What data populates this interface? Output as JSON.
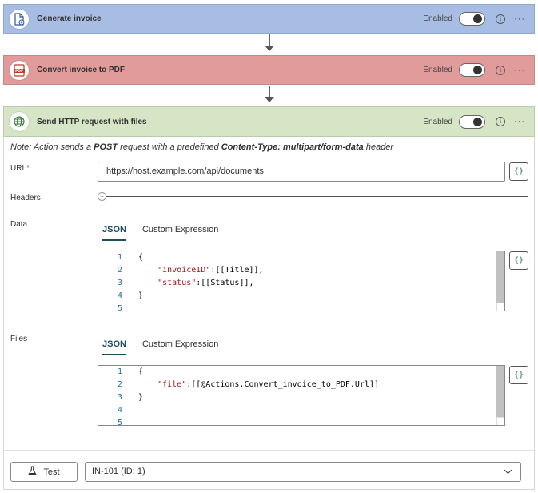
{
  "actions": [
    {
      "title": "Generate invoice",
      "status": "Enabled",
      "color": "#a8bde3",
      "icon": "document-add-icon"
    },
    {
      "title": "Convert invoice to PDF",
      "status": "Enabled",
      "color": "#e19b9b",
      "icon": "pdf-icon"
    },
    {
      "title": "Send HTTP request with files",
      "status": "Enabled",
      "color": "#d5e5c6",
      "icon": "globe-icon"
    }
  ],
  "note": {
    "prefix": "Note: Action sends a ",
    "method": "POST",
    "middle": " request with a predefined ",
    "content_type": "Content-Type: multipart/form-data",
    "suffix": " header"
  },
  "url": {
    "label": "URL",
    "required_mark": "*",
    "value": "https://host.example.com/api/documents",
    "brace": "{}"
  },
  "headers": {
    "label": "Headers"
  },
  "data": {
    "label": "Data",
    "tabs": [
      "JSON",
      "Custom Expression"
    ],
    "brace": "{}",
    "lines": [
      {
        "n": "1",
        "key": "",
        "rest": "{"
      },
      {
        "n": "2",
        "key": "\"invoiceID\"",
        "rest": ":[[Title]],"
      },
      {
        "n": "3",
        "key": "\"status\"",
        "rest": ":[[Status]],"
      },
      {
        "n": "4",
        "key": "",
        "rest": "}"
      },
      {
        "n": "5",
        "key": "",
        "rest": ""
      }
    ]
  },
  "files": {
    "label": "Files",
    "tabs": [
      "JSON",
      "Custom Expression"
    ],
    "brace": "{}",
    "lines": [
      {
        "n": "1",
        "key": "",
        "rest": "{"
      },
      {
        "n": "2",
        "key": "\"file\"",
        "rest": ":[[@Actions.Convert_invoice_to_PDF.Url]]"
      },
      {
        "n": "3",
        "key": "",
        "rest": "}"
      },
      {
        "n": "4",
        "key": "",
        "rest": ""
      },
      {
        "n": "5",
        "key": "",
        "rest": ""
      }
    ]
  },
  "footer": {
    "test_label": "Test",
    "selected_item": "IN-101 (ID: 1)"
  }
}
